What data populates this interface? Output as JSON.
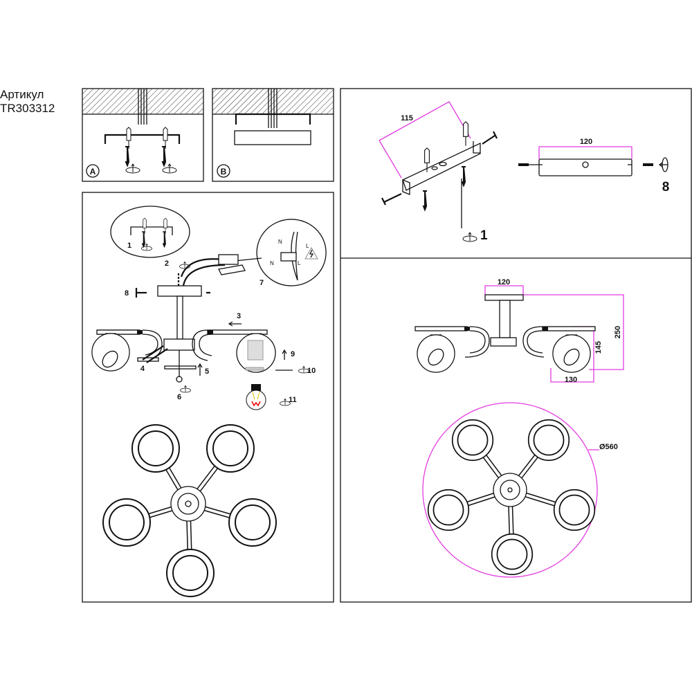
{
  "header": {
    "article_label": "Артикул",
    "article_number": "TR303312"
  },
  "panel_a": {
    "label": "A"
  },
  "panel_b": {
    "label": "B"
  },
  "assembly": {
    "steps": [
      "1",
      "2",
      "3",
      "4",
      "5",
      "6",
      "7",
      "8",
      "9",
      "10",
      "11"
    ],
    "wiring": {
      "neutral": "N",
      "live": "L"
    }
  },
  "bracket": {
    "width_dim": "115",
    "plate_dim": "120",
    "step_screw": "1",
    "step_plate": "8"
  },
  "dimensions": {
    "canopy": "120",
    "height": "250",
    "shade_height": "145",
    "shade_width": "130",
    "diameter": "Ø560"
  },
  "colors": {
    "dimension": "#e23be0",
    "line": "#111111"
  }
}
